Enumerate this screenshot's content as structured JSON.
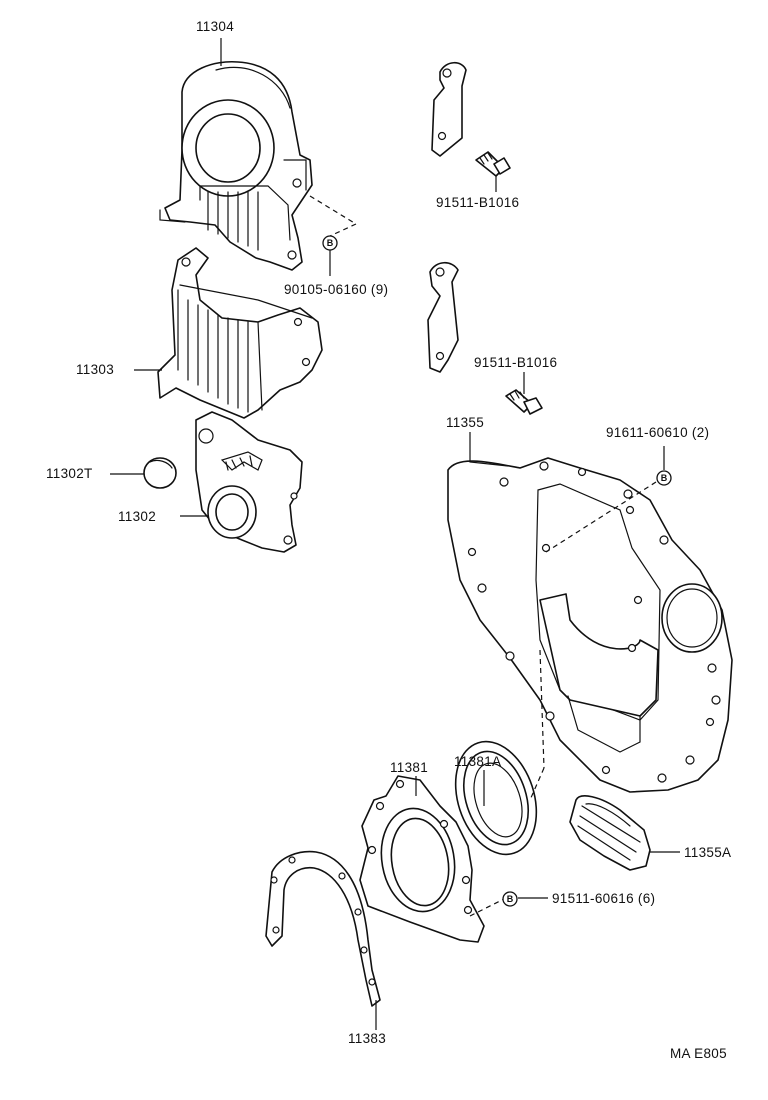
{
  "labels": {
    "p11304": "11304",
    "p90105": "90105-06160 (9)",
    "p11303": "11303",
    "p11302T": "11302T",
    "p11302": "11302",
    "p91511a": "91511-B1016",
    "p91511b": "91511-B1016",
    "p11355": "11355",
    "p91611": "91611-60610 (2)",
    "p11381A": "11381A",
    "p11381": "11381",
    "p11355A": "11355A",
    "p91511c": "91511-60616 (6)",
    "p11383": "11383"
  },
  "badges": {
    "b1": "B",
    "b2": "B",
    "b3": "B"
  },
  "footer": {
    "code": "MA  E805"
  }
}
